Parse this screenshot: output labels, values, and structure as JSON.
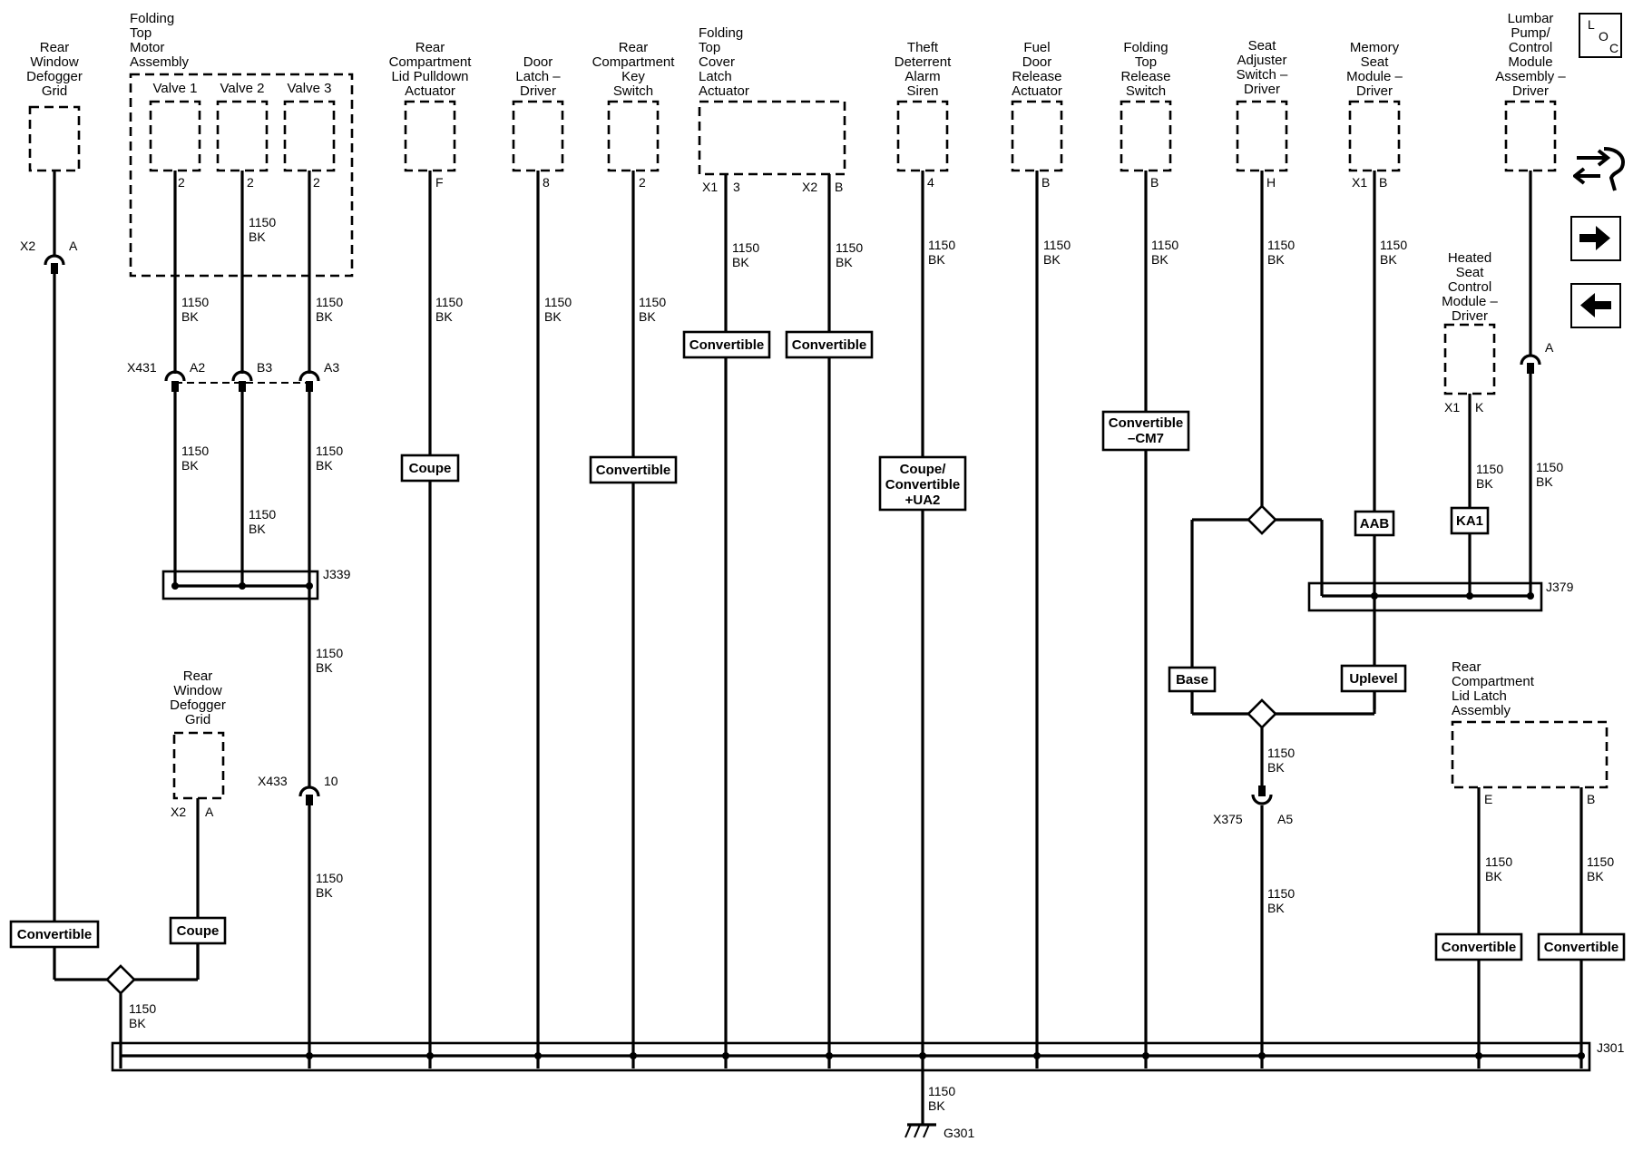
{
  "components": {
    "rear_window_defogger_grid_1": [
      "Rear",
      "Window",
      "Defogger",
      "Grid"
    ],
    "folding_top_motor_assembly": [
      "Folding",
      "Top",
      "Motor",
      "Assembly"
    ],
    "valve_1": "Valve 1",
    "valve_2": "Valve 2",
    "valve_3": "Valve 3",
    "rear_compartment_lid_pulldown_actuator": [
      "Rear",
      "Compartment",
      "Lid Pulldown",
      "Actuator"
    ],
    "door_latch_driver": [
      "Door",
      "Latch –",
      "Driver"
    ],
    "rear_compartment_key_switch": [
      "Rear",
      "Compartment",
      "Key",
      "Switch"
    ],
    "folding_top_cover_latch_actuator": [
      "Folding",
      "Top",
      "Cover",
      "Latch",
      "Actuator"
    ],
    "theft_deterrent_alarm_siren": [
      "Theft",
      "Deterrent",
      "Alarm",
      "Siren"
    ],
    "fuel_door_release_actuator": [
      "Fuel",
      "Door",
      "Release",
      "Actuator"
    ],
    "folding_top_release_switch": [
      "Folding",
      "Top",
      "Release",
      "Switch"
    ],
    "seat_adjuster_switch_driver": [
      "Seat",
      "Adjuster",
      "Switch –",
      "Driver"
    ],
    "memory_seat_module_driver": [
      "Memory",
      "Seat",
      "Module –",
      "Driver"
    ],
    "lumbar_pump_control_module": [
      "Lumbar",
      "Pump/",
      "Control",
      "Module",
      "Assembly –",
      "Driver"
    ],
    "heated_seat_control_module": [
      "Heated",
      "Seat",
      "Control",
      "Module –",
      "Driver"
    ],
    "rear_window_defogger_grid_2": [
      "Rear",
      "Window",
      "Defogger",
      "Grid"
    ],
    "rear_compartment_lid_latch_assembly": [
      "Rear",
      "Compartment",
      "Lid Latch",
      "Assembly"
    ]
  },
  "pins": {
    "x2": "X2",
    "a": "A",
    "two": "2",
    "f": "F",
    "eight": "8",
    "x1": "X1",
    "three": "3",
    "b": "B",
    "four": "4",
    "h": "H",
    "k": "K",
    "e": "E",
    "ten": "10"
  },
  "connectors": {
    "x431": "X431",
    "a2": "A2",
    "b3": "B3",
    "a3": "A3",
    "x433": "X433",
    "x375": "X375",
    "a5": "A5"
  },
  "splices": {
    "j339": "J339",
    "j379": "J379",
    "j301": "J301"
  },
  "ground": "G301",
  "wire": {
    "gauge": "1150",
    "color": "BK"
  },
  "options": {
    "convertible": "Convertible",
    "coupe": "Coupe",
    "coupe_conv_1": "Coupe/",
    "coupe_conv_2": "Convertible",
    "coupe_conv_3": "+UA2",
    "conv_cm7_1": "Convertible",
    "conv_cm7_2": "–CM7",
    "aab": "AAB",
    "ka1": "KA1",
    "base": "Base",
    "uplevel": "Uplevel"
  },
  "nav": {
    "loc_l": "L",
    "loc_o": "O",
    "loc_c": "C",
    "icons": [
      "component-locator-icon",
      "connector-info-icon",
      "next-page-icon",
      "previous-page-icon"
    ]
  }
}
